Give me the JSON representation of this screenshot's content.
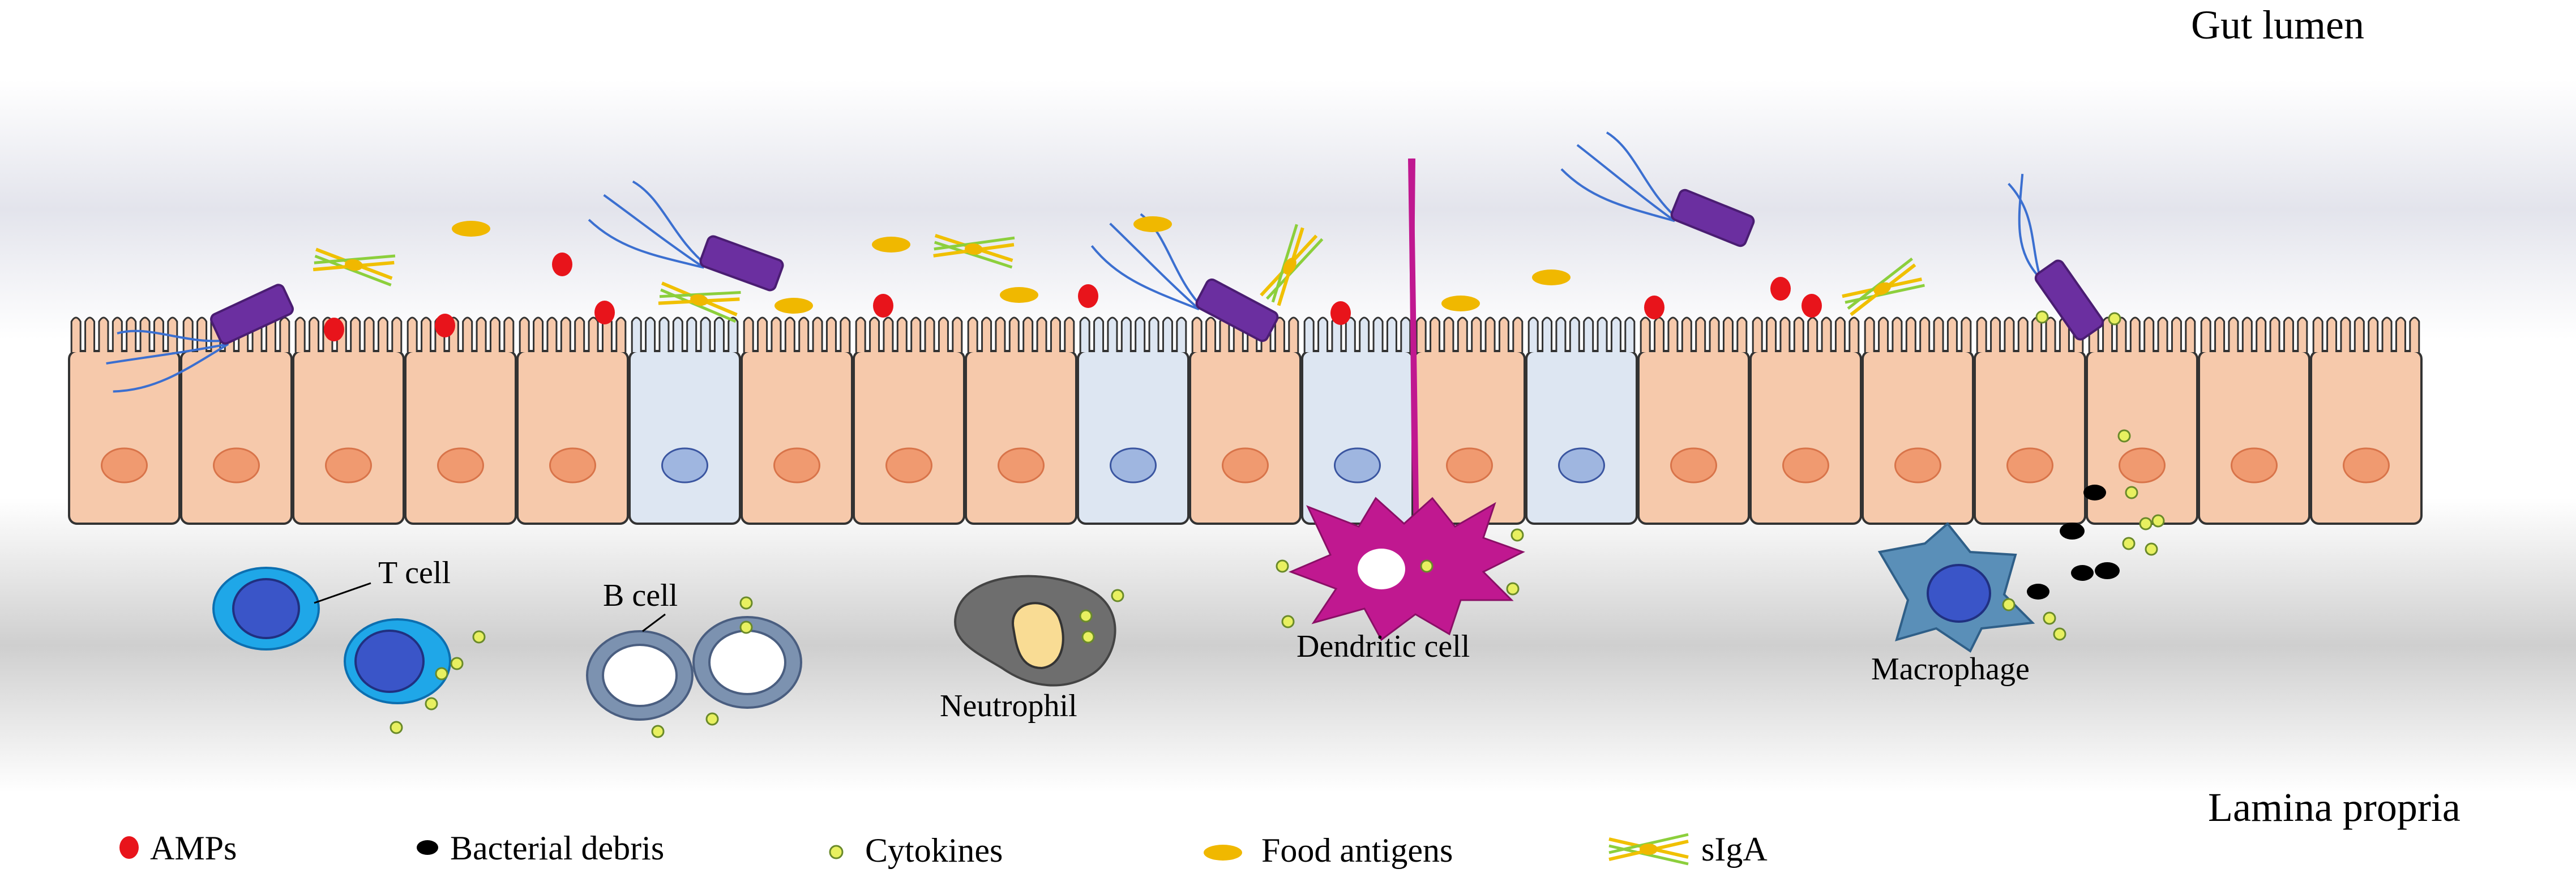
{
  "regions": {
    "top": "Gut lumen",
    "bottom": "Lamina propria"
  },
  "cell_labels": {
    "t_cell": "T cell",
    "b_cell": "B cell",
    "neutrophil": "Neutrophil",
    "dendritic_cell": "Dendritic cell",
    "macrophage": "Macrophage"
  },
  "legend": [
    {
      "label": "AMPs",
      "icon": "red-dot-icon",
      "color": "#e8141b"
    },
    {
      "label": "Bacterial debris",
      "icon": "black-dot-icon",
      "color": "#000000"
    },
    {
      "label": "Cytokines",
      "icon": "cytokine-icon",
      "color": "#e8f060"
    },
    {
      "label": "Food antigens",
      "icon": "food-antigen-icon",
      "color": "#f0b800"
    },
    {
      "label": "sIgA",
      "icon": "siga-icon",
      "color": "#8ccf3c"
    }
  ],
  "colors": {
    "enterocyte": "#f6c9ab",
    "goblet_cell": "#dde6f2",
    "t_cell": "#1fa7e8",
    "b_cell": "#7c92b0",
    "neutrophil": "#6e6e6e",
    "dendritic_cell": "#c01890",
    "macrophage": "#5a8fb8",
    "bacteria": "#6b2fa0"
  }
}
